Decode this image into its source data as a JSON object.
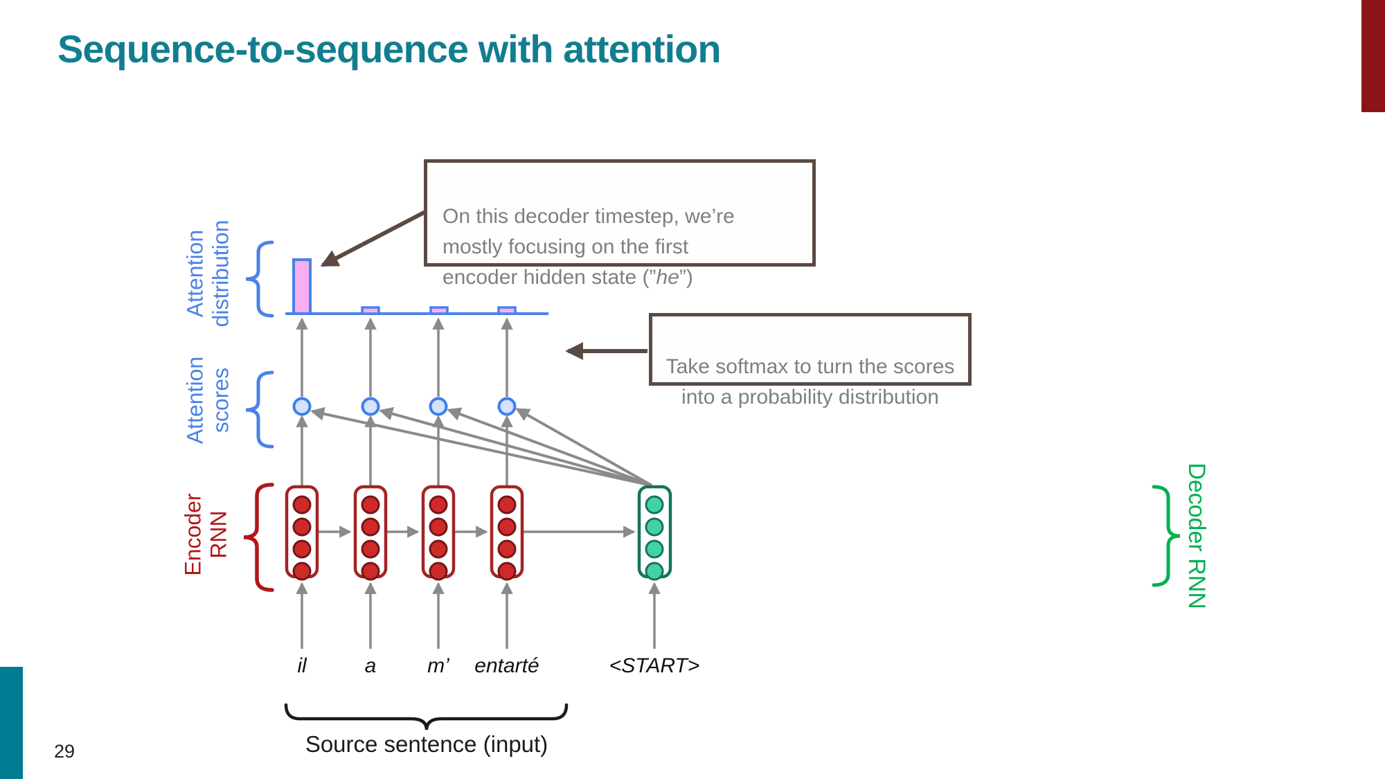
{
  "slide": {
    "title": "Sequence-to-sequence with attention",
    "page_number": "29"
  },
  "side_labels": {
    "attention_distribution": "Attention\ndistribution",
    "attention_scores": "Attention\nscores",
    "encoder_rnn": "Encoder\nRNN",
    "decoder_rnn": "Decoder RNN"
  },
  "callouts": {
    "decoder_timestep": {
      "prefix": "On this decoder timestep, we’re\nmostly focusing on the first\nencoder hidden state (”",
      "emphasis": "he",
      "suffix": "”)"
    },
    "take_softmax": "Take softmax to turn the scores\ninto a probability distribution"
  },
  "diagram": {
    "source_words": [
      "il",
      "a",
      "m’",
      "entarté",
      "<START>"
    ],
    "source_sentence_label": "Source sentence (input)",
    "attention_bars_relative": [
      0.9,
      0.1,
      0.1,
      0.1
    ]
  },
  "colors": {
    "title_teal": "#117e8f",
    "accent_red": "#8c1515",
    "accent_teal": "#007c92",
    "attention_blue": "#4a82e8",
    "bar_pink_fill": "#f9aef2",
    "score_circle_fill": "#d4e2fb",
    "encoder_red": "#b21717",
    "encoder_dot_fill": "#cf2a2a",
    "decoder_box_teal": "#15745c",
    "decoder_dot_fill": "#44d1a7",
    "decoder_label_green": "#00b050",
    "callout_brown": "#5b4a42",
    "callout_text_gray": "#7f7f7f",
    "arrow_gray": "#8a8a8a"
  }
}
